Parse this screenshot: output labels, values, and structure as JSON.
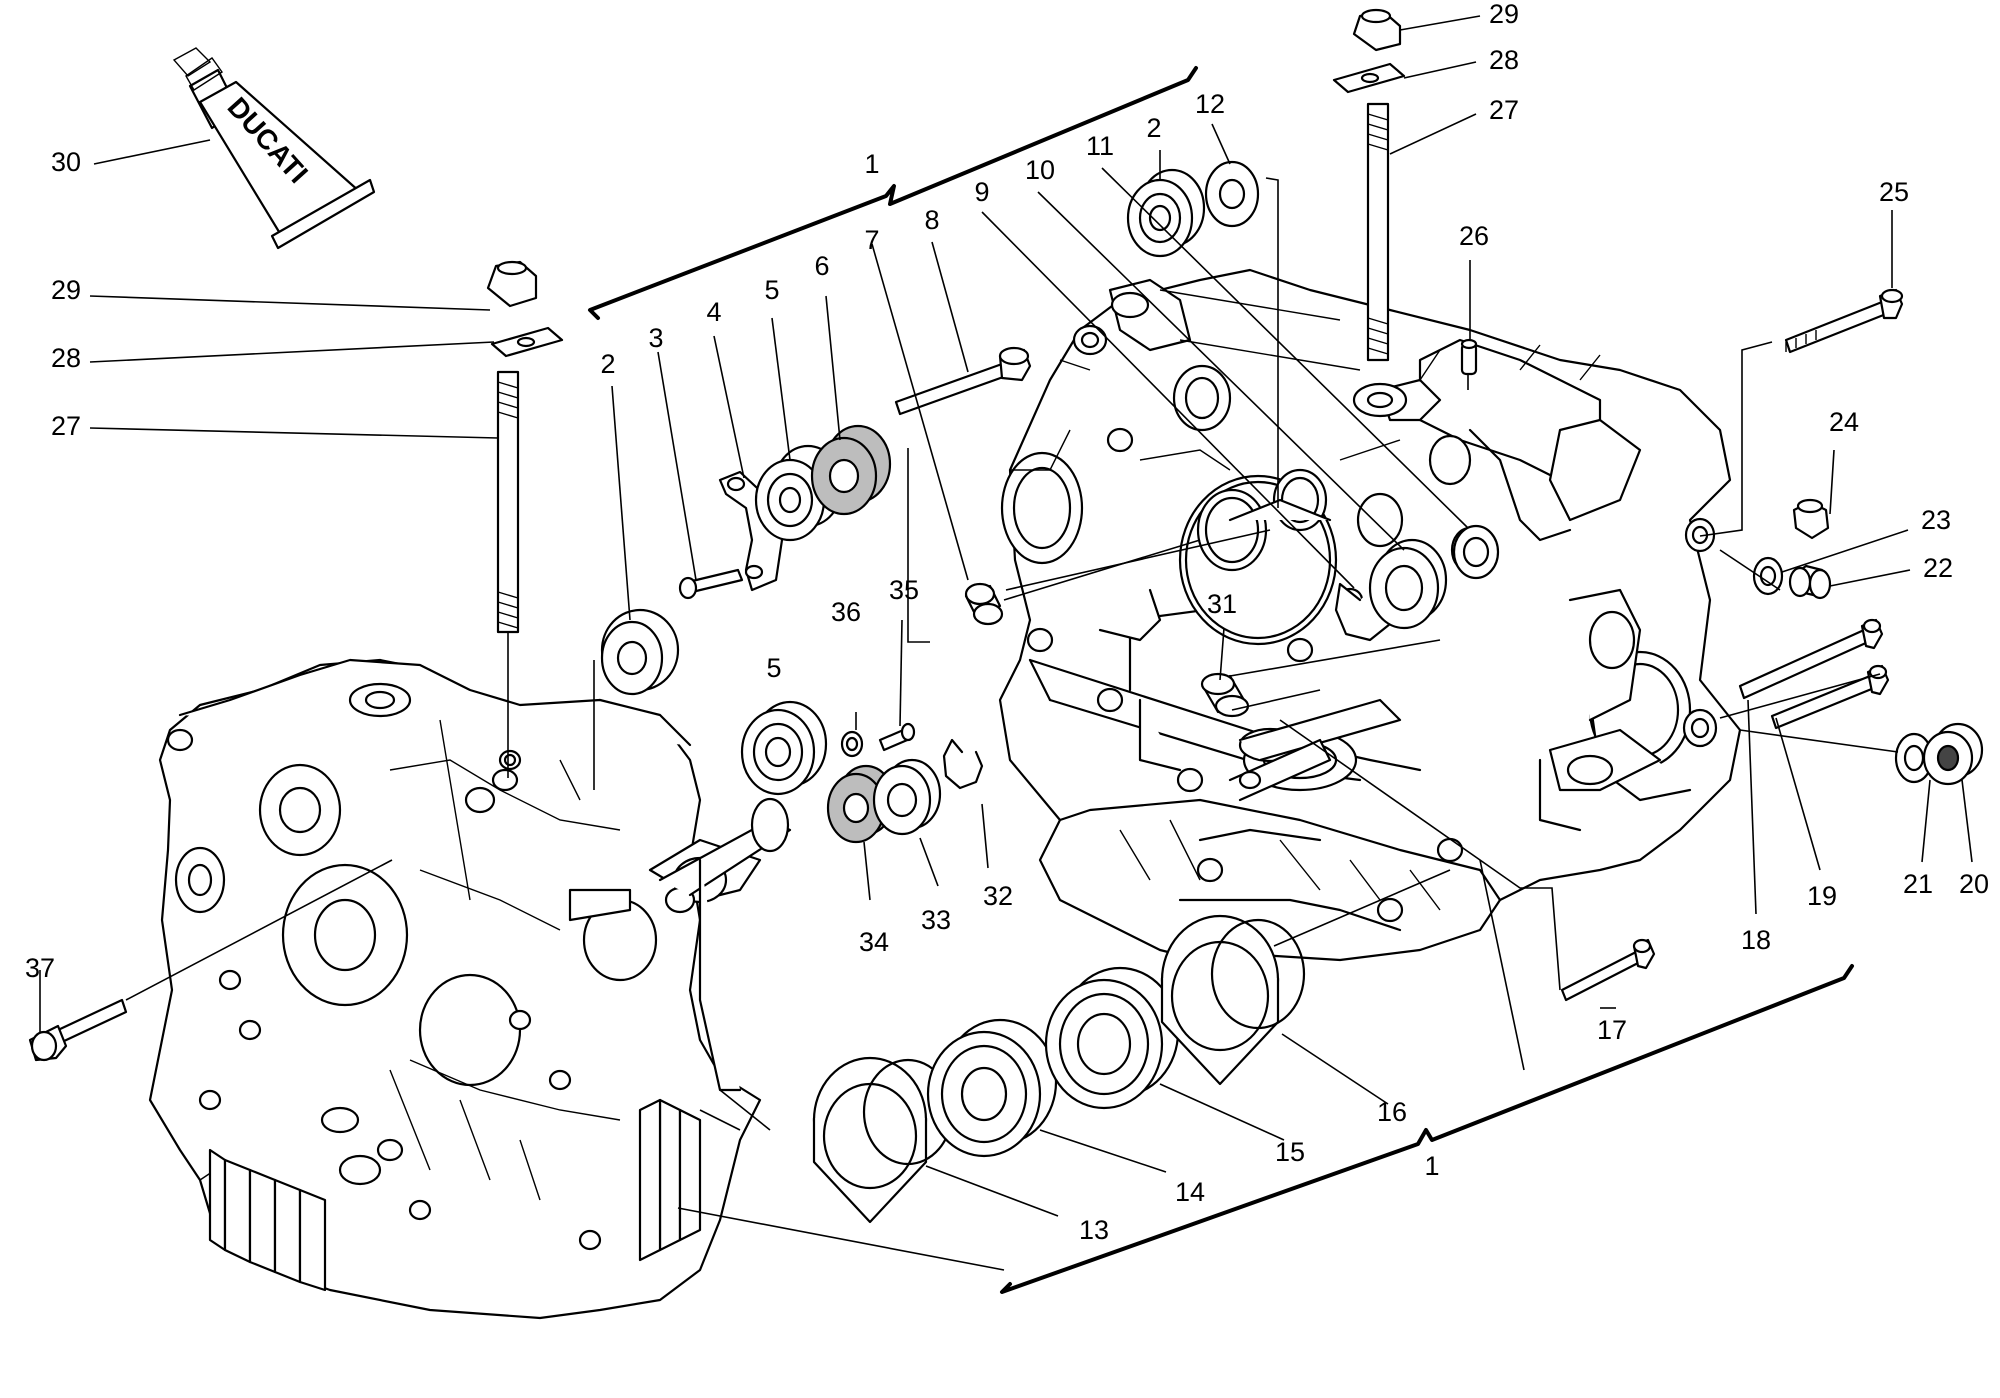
{
  "brand_text": "DUCATI",
  "callouts": [
    {
      "id": "c30",
      "label": "30"
    },
    {
      "id": "c29a",
      "label": "29"
    },
    {
      "id": "c28a",
      "label": "28"
    },
    {
      "id": "c27a",
      "label": "27"
    },
    {
      "id": "c1a",
      "label": "1"
    },
    {
      "id": "c2a",
      "label": "2"
    },
    {
      "id": "c3",
      "label": "3"
    },
    {
      "id": "c4",
      "label": "4"
    },
    {
      "id": "c5a",
      "label": "5"
    },
    {
      "id": "c6",
      "label": "6"
    },
    {
      "id": "c7",
      "label": "7"
    },
    {
      "id": "c8",
      "label": "8"
    },
    {
      "id": "c9",
      "label": "9"
    },
    {
      "id": "c10",
      "label": "10"
    },
    {
      "id": "c11",
      "label": "11"
    },
    {
      "id": "c2b",
      "label": "2"
    },
    {
      "id": "c12",
      "label": "12"
    },
    {
      "id": "c29b",
      "label": "29"
    },
    {
      "id": "c28b",
      "label": "28"
    },
    {
      "id": "c27b",
      "label": "27"
    },
    {
      "id": "c26",
      "label": "26"
    },
    {
      "id": "c25",
      "label": "25"
    },
    {
      "id": "c24",
      "label": "24"
    },
    {
      "id": "c23",
      "label": "23"
    },
    {
      "id": "c22",
      "label": "22"
    },
    {
      "id": "c31",
      "label": "31"
    },
    {
      "id": "c5b",
      "label": "5"
    },
    {
      "id": "c36",
      "label": "36"
    },
    {
      "id": "c35",
      "label": "35"
    },
    {
      "id": "c32",
      "label": "32"
    },
    {
      "id": "c33",
      "label": "33"
    },
    {
      "id": "c34",
      "label": "34"
    },
    {
      "id": "c37",
      "label": "37"
    },
    {
      "id": "c21",
      "label": "21"
    },
    {
      "id": "c20",
      "label": "20"
    },
    {
      "id": "c19",
      "label": "19"
    },
    {
      "id": "c18",
      "label": "18"
    },
    {
      "id": "c17",
      "label": "17"
    },
    {
      "id": "c16",
      "label": "16"
    },
    {
      "id": "c15",
      "label": "15"
    },
    {
      "id": "c14",
      "label": "14"
    },
    {
      "id": "c13",
      "label": "13"
    },
    {
      "id": "c1b",
      "label": "1"
    }
  ]
}
